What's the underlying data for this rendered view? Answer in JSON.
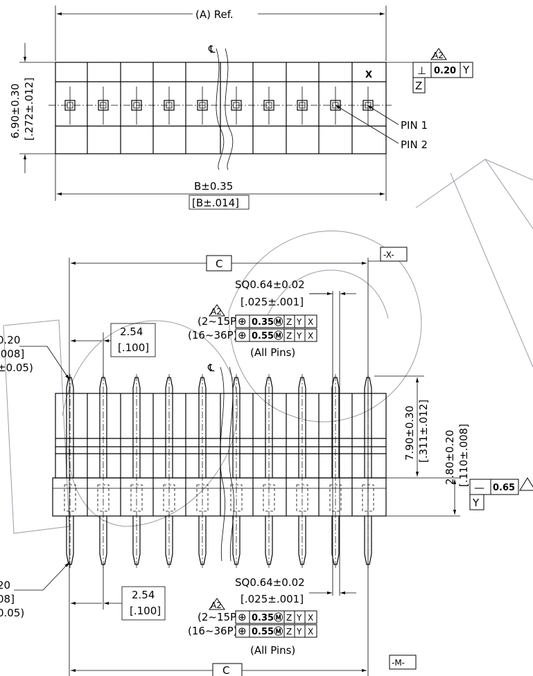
{
  "top_view": {
    "ref_label": "(A) Ref.",
    "height_mm": "6.90±0.30",
    "height_in": "[.272±.012]",
    "width_mm": "B±0.35",
    "width_in": "[B±.014]",
    "pin1_label": "PIN 1",
    "pin2_label": "PIN 2",
    "x_mark": "X",
    "centerline": "℄",
    "rev_mark": "A2",
    "gdt": {
      "symbol": "⊥",
      "tolerance": "0.20",
      "datum": "Y",
      "datum_box": "Z"
    }
  },
  "front_view": {
    "width_label": "C",
    "datum_x": "-X-",
    "datum_m": "-M-",
    "sq_mm": "SQ0.64±0.02",
    "sq_in": "[.025±.001]",
    "rev_mark": "A2",
    "pos_rows": [
      {
        "range": "(2~15P)",
        "symbol": "⊕",
        "tol": "0.35Ⓜ",
        "d1": "Z",
        "d2": "Y",
        "d3": "X"
      },
      {
        "range": "(16~36P)",
        "symbol": "⊕",
        "tol": "0.55Ⓜ",
        "d1": "Z",
        "d2": "Y",
        "d3": "X"
      }
    ],
    "all_pins": "(All Pins)",
    "pitch_mm": "2.54",
    "pitch_in": "[.100]",
    "pin_height_mm": "7.90±0.30",
    "pin_height_in": "[.311±.012]",
    "body_height_mm": "2.80±0.20",
    "body_height_in": "[.110±.008]",
    "flat_symbol": "—",
    "flat_tol": "0.65",
    "flat_datum": "Y",
    "left_top_1": "0.20",
    "left_top_2": ".008]",
    "left_top_3": "±0.05)",
    "left_bot_1": "20",
    "left_bot_2": "08]",
    "left_bot_3": "0.05)",
    "sq_bot_mm": "SQ0.64±0.02",
    "sq_bot_in": "[.025±.001]",
    "pitch_bot_mm": "2.54",
    "pitch_bot_in": "[.100]",
    "pos_rows_bot": [
      {
        "range": "(2~15P)",
        "symbol": "⊕",
        "tol": "0.35Ⓜ",
        "d1": "Z",
        "d2": "Y",
        "d3": "X"
      },
      {
        "range": "(16~36P)",
        "symbol": "⊕",
        "tol": "0.55Ⓜ",
        "d1": "Z",
        "d2": "Y",
        "d3": "X"
      }
    ],
    "all_pins_bot": "(All Pins)",
    "centerline": "℄"
  }
}
